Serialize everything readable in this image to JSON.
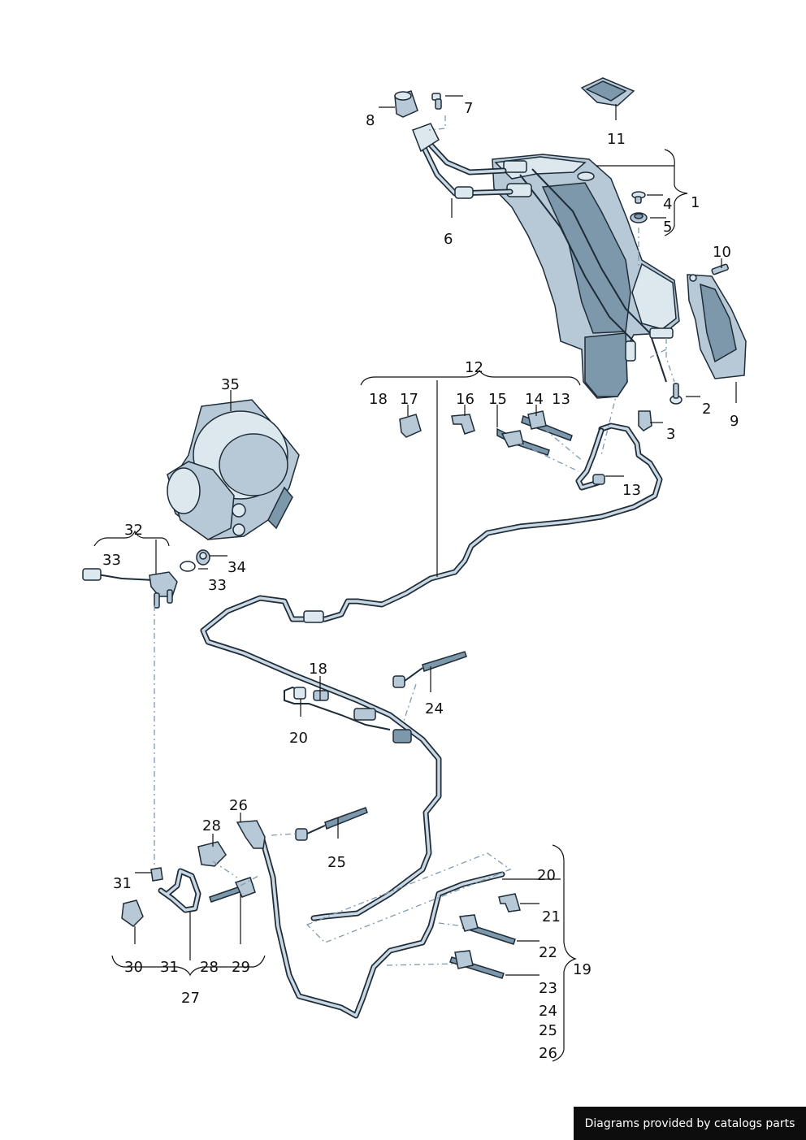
{
  "footer_text": "Diagrams provided by catalogs parts",
  "callouts": {
    "c1": "1",
    "c2": "2",
    "c3": "3",
    "c4": "4",
    "c5": "5",
    "c6": "6",
    "c7": "7",
    "c8": "8",
    "c9": "9",
    "c10": "10",
    "c11": "11",
    "c12": "12",
    "c13a": "13",
    "c13b": "13",
    "c14": "14",
    "c15": "15",
    "c16": "16",
    "c17": "17",
    "c18a": "18",
    "c18b": "18",
    "c19": "19",
    "c20a": "20",
    "c20b": "20",
    "c21": "21",
    "c22": "22",
    "c23": "23",
    "c24a": "24",
    "c24b": "24",
    "c25a": "25",
    "c25b": "25",
    "c26a": "26",
    "c26b": "26",
    "c27": "27",
    "c28a": "28",
    "c28b": "28",
    "c29": "29",
    "c30": "30",
    "c31a": "31",
    "c31b": "31",
    "c32": "32",
    "c33a": "33",
    "c33b": "33",
    "c34": "34",
    "c35": "35"
  }
}
